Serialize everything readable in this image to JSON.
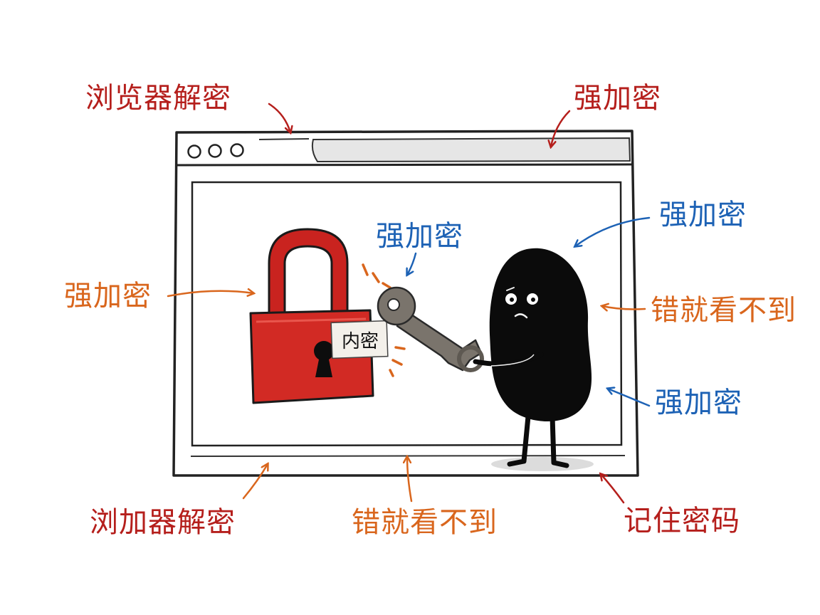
{
  "labels": {
    "top_left": "浏览器解密",
    "top_right": "强加密",
    "inner_center": "强加密",
    "left_mid": "强加密",
    "right_upper": "强加密",
    "right_mid": "错就看不到",
    "right_lower": "强加密",
    "bottom_left": "浏加器解密",
    "bottom_center": "错就看不到",
    "bottom_right": "记住密码",
    "lock_tag": "内密"
  },
  "colors": {
    "red_text": "#b51f1c",
    "blue_text": "#1d62b5",
    "orange_text": "#d9661d",
    "lock_body": "#d22a24",
    "creature": "#0b0b0b",
    "key": "#7a746c",
    "browser_bar": "#e6e6e6"
  },
  "window": {
    "traffic_lights": [
      "close-dot",
      "minimize-dot",
      "maximize-dot"
    ]
  },
  "icons": [
    "padlock-icon",
    "keyhole-icon",
    "key-icon",
    "black-creature-figure"
  ]
}
